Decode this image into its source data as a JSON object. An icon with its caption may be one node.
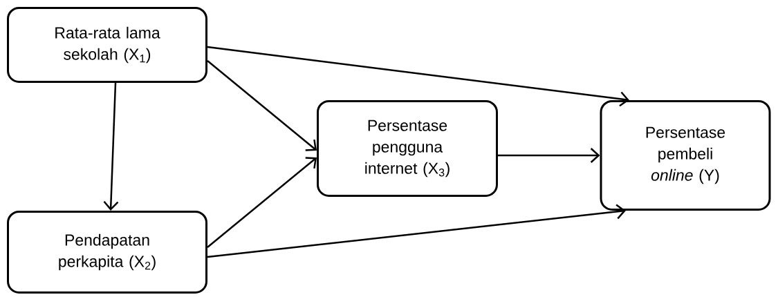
{
  "diagram": {
    "nodes": [
      {
        "text": [
          "Rata-rata lama sekolah (X$_{1}$)"
        ]
      },
      {
        "text": [
          "Pendapatan perkapita (X$_{2}$)"
        ]
      },
      {
        "text": [
          "Persentase pengguna internet (X$_{3}$)"
        ]
      },
      {
        "text": [
          "Persentase pembeli *online* (Y)"
        ]
      }
    ],
    "edges": [
      {
        "from": 0,
        "to": 1,
        "arrow": "to"
      },
      {
        "from": 0,
        "to": 2,
        "arrow": "to"
      },
      {
        "from": 0,
        "to": 3,
        "arrow": "to"
      },
      {
        "from": 1,
        "to": 2,
        "arrow": "to"
      },
      {
        "from": 1,
        "to": 3,
        "arrow": "to"
      },
      {
        "from": 2,
        "to": 3,
        "arrow": "to"
      }
    ]
  }
}
